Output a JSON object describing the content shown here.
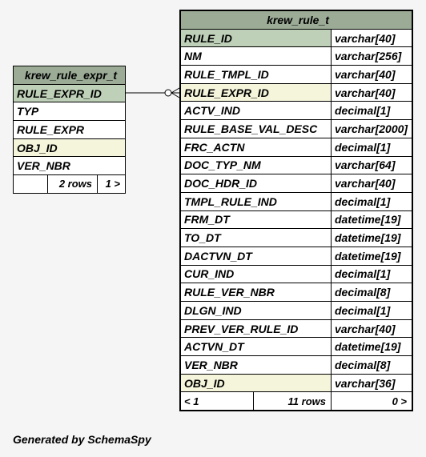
{
  "expr_table": {
    "name": "krew_rule_expr_t",
    "columns": [
      {
        "name": "RULE_EXPR_ID",
        "role": "pk"
      },
      {
        "name": "TYP",
        "role": ""
      },
      {
        "name": "RULE_EXPR",
        "role": ""
      },
      {
        "name": "OBJ_ID",
        "role": "indexed"
      },
      {
        "name": "VER_NBR",
        "role": ""
      }
    ],
    "footer": {
      "left": "",
      "rows": "2 rows",
      "right": "1 >"
    }
  },
  "rule_table": {
    "name": "krew_rule_t",
    "columns": [
      {
        "name": "RULE_ID",
        "type": "varchar[40]",
        "role": "pk"
      },
      {
        "name": "NM",
        "type": "varchar[256]",
        "role": ""
      },
      {
        "name": "RULE_TMPL_ID",
        "type": "varchar[40]",
        "role": ""
      },
      {
        "name": "RULE_EXPR_ID",
        "type": "varchar[40]",
        "role": "indexed"
      },
      {
        "name": "ACTV_IND",
        "type": "decimal[1]",
        "role": ""
      },
      {
        "name": "RULE_BASE_VAL_DESC",
        "type": "varchar[2000]",
        "role": ""
      },
      {
        "name": "FRC_ACTN",
        "type": "decimal[1]",
        "role": ""
      },
      {
        "name": "DOC_TYP_NM",
        "type": "varchar[64]",
        "role": ""
      },
      {
        "name": "DOC_HDR_ID",
        "type": "varchar[40]",
        "role": ""
      },
      {
        "name": "TMPL_RULE_IND",
        "type": "decimal[1]",
        "role": ""
      },
      {
        "name": "FRM_DT",
        "type": "datetime[19]",
        "role": ""
      },
      {
        "name": "TO_DT",
        "type": "datetime[19]",
        "role": ""
      },
      {
        "name": "DACTVN_DT",
        "type": "datetime[19]",
        "role": ""
      },
      {
        "name": "CUR_IND",
        "type": "decimal[1]",
        "role": ""
      },
      {
        "name": "RULE_VER_NBR",
        "type": "decimal[8]",
        "role": ""
      },
      {
        "name": "DLGN_IND",
        "type": "decimal[1]",
        "role": ""
      },
      {
        "name": "PREV_VER_RULE_ID",
        "type": "varchar[40]",
        "role": ""
      },
      {
        "name": "ACTVN_DT",
        "type": "datetime[19]",
        "role": ""
      },
      {
        "name": "VER_NBR",
        "type": "decimal[8]",
        "role": ""
      },
      {
        "name": "OBJ_ID",
        "type": "varchar[36]",
        "role": "indexed"
      }
    ],
    "footer": {
      "left": "< 1",
      "rows": "11 rows",
      "right": "0 >"
    }
  },
  "footer_text": "Generated by SchemaSpy",
  "colors": {
    "title_bg": "#9bab96",
    "pk_bg": "#bed1b8",
    "indexed_bg": "#f5f5dc",
    "canvas_bg": "#f5f5f5"
  }
}
